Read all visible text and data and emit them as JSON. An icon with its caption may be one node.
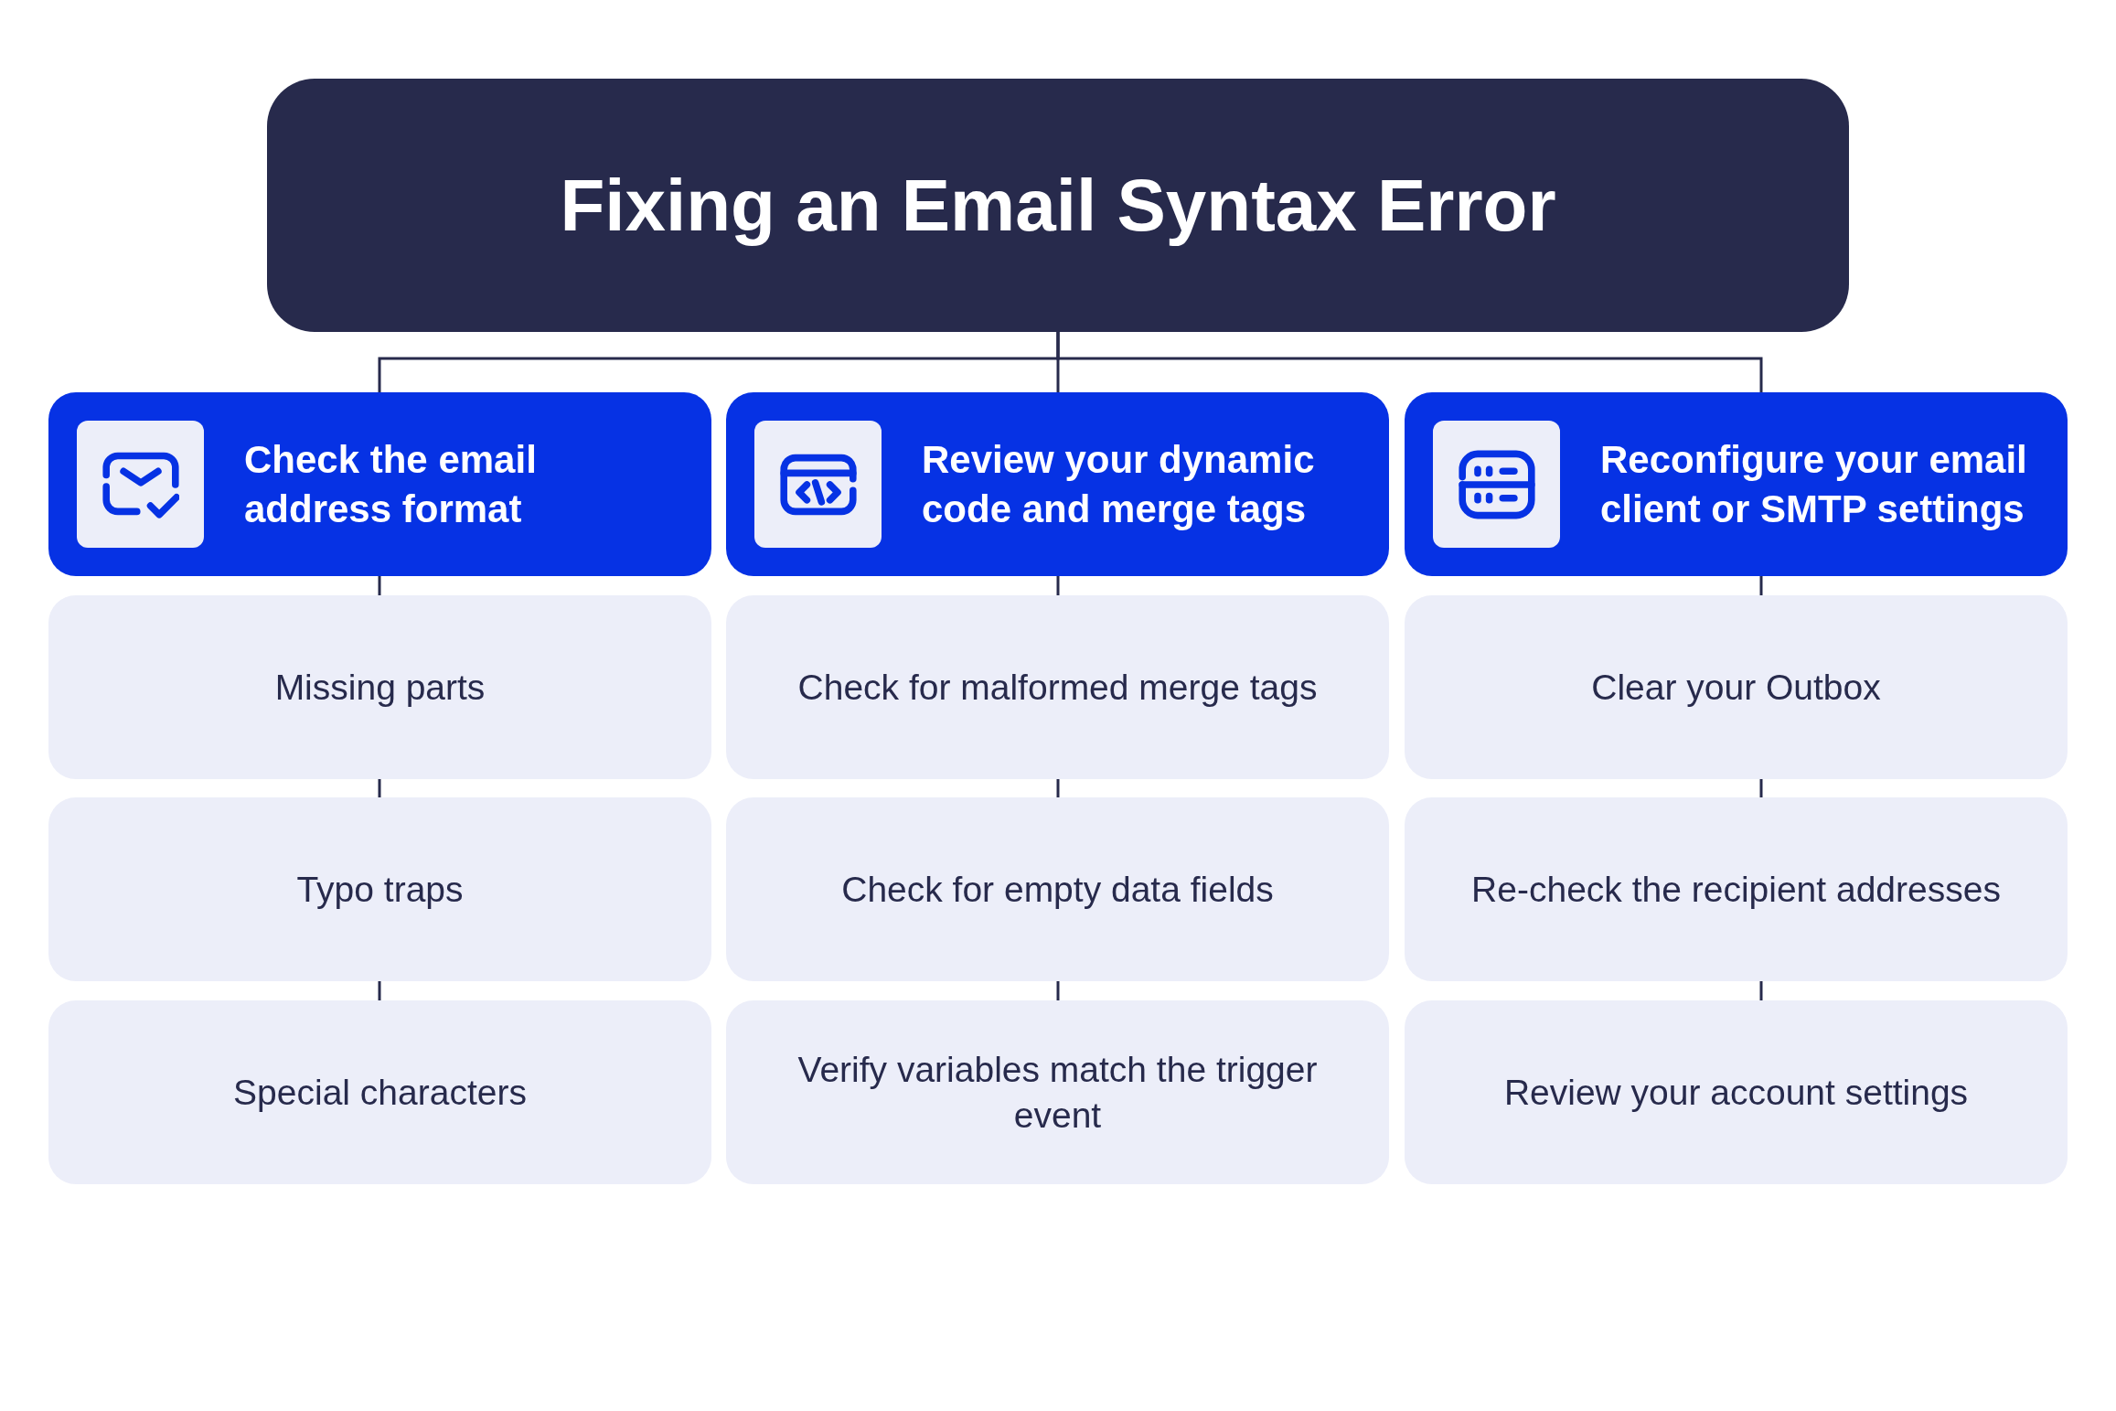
{
  "diagram": {
    "nodes": [
      {
        "text": [
          "Fixing an Email Syntax Error"
        ]
      },
      {
        "text": [
          "Check the email address format"
        ]
      },
      {
        "text": [
          "Review your dynamic code and merge tags"
        ]
      },
      {
        "text": [
          "Reconfigure your email client or SMTP settings"
        ]
      },
      {
        "text": [
          "Missing parts"
        ]
      },
      {
        "text": [
          "Check for malformed merge tags"
        ]
      },
      {
        "text": [
          "Clear your Outbox"
        ]
      },
      {
        "text": [
          "Typo traps"
        ]
      },
      {
        "text": [
          "Check for empty data fields"
        ]
      },
      {
        "text": [
          "Re-check the recipient addresses"
        ]
      },
      {
        "text": [
          "Special characters"
        ]
      },
      {
        "text": [
          "Verify variables match the trigger event"
        ]
      },
      {
        "text": [
          "Review your account settings"
        ]
      }
    ],
    "edges": [
      {
        "from": 0,
        "to": 1,
        "arrow": "none"
      },
      {
        "from": 0,
        "to": 2,
        "arrow": "none"
      },
      {
        "from": 0,
        "to": 3,
        "arrow": "none"
      },
      {
        "from": 1,
        "to": 4,
        "arrow": "none"
      },
      {
        "from": 4,
        "to": 7,
        "arrow": "none"
      },
      {
        "from": 7,
        "to": 10,
        "arrow": "none"
      },
      {
        "from": 2,
        "to": 5,
        "arrow": "none"
      },
      {
        "from": 5,
        "to": 8,
        "arrow": "none"
      },
      {
        "from": 8,
        "to": 11,
        "arrow": "none"
      },
      {
        "from": 3,
        "to": 6,
        "arrow": "none"
      },
      {
        "from": 6,
        "to": 9,
        "arrow": "none"
      },
      {
        "from": 9,
        "to": 12,
        "arrow": "none"
      }
    ]
  }
}
